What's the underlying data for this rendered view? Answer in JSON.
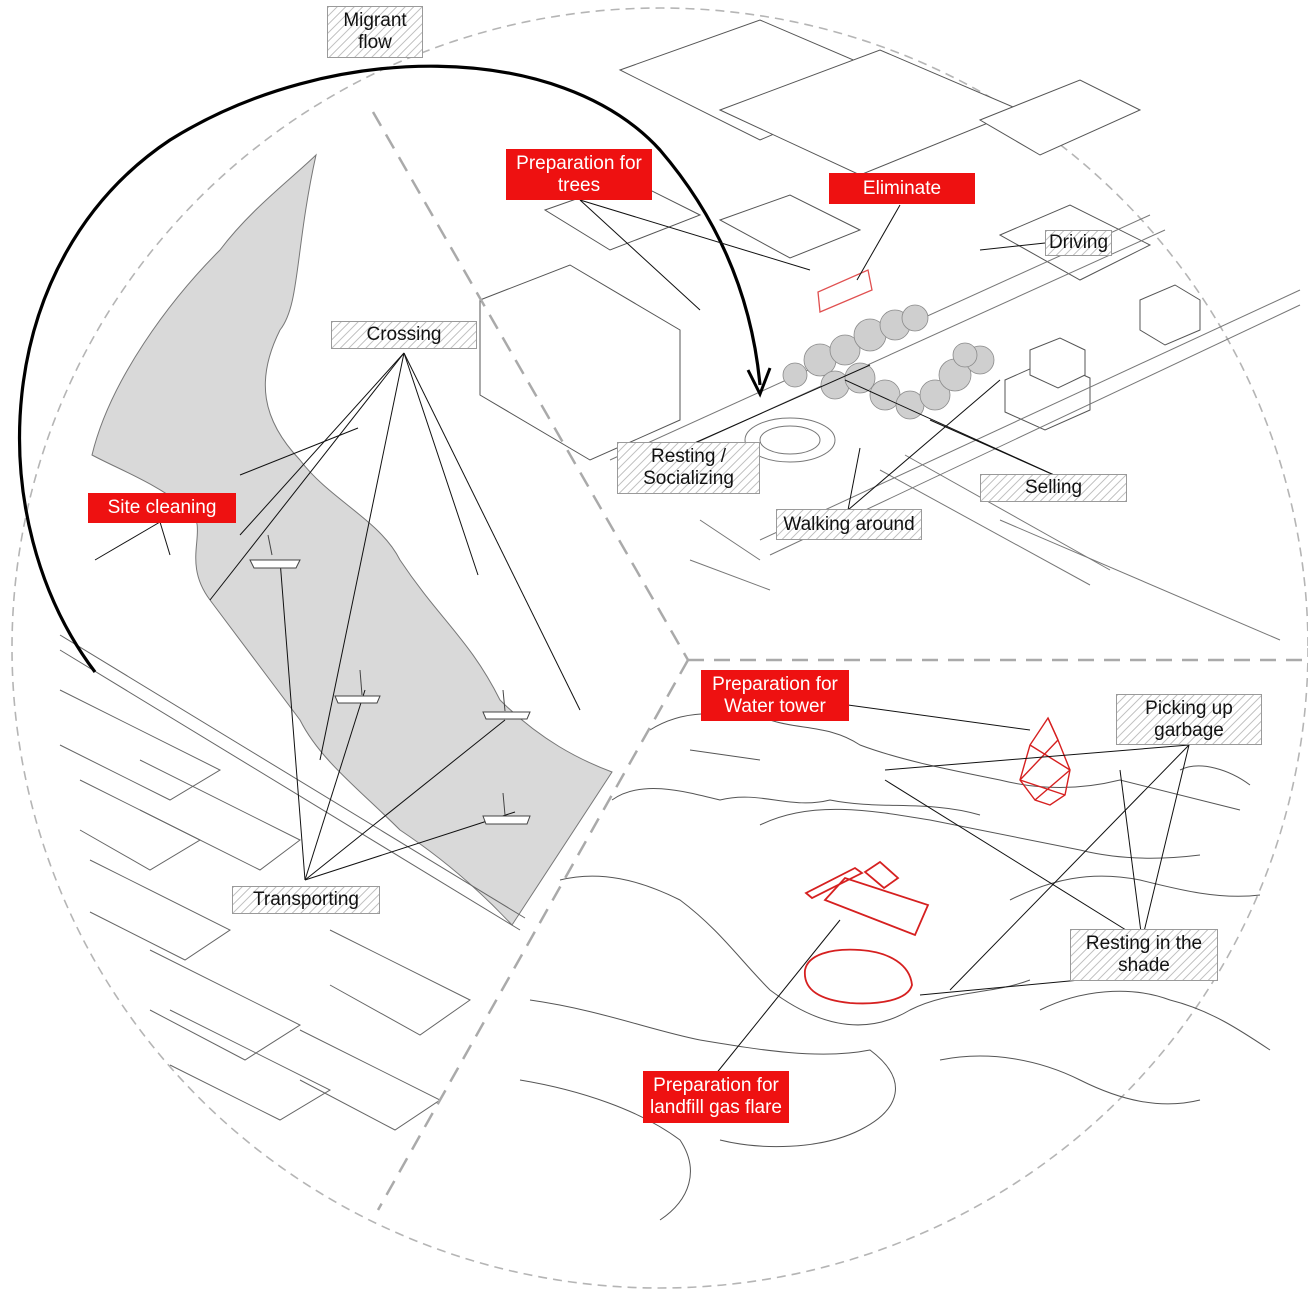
{
  "labels": {
    "migrant_flow": "Migrant\nflow",
    "preparation_trees": "Preparation for\ntrees",
    "eliminate": "Eliminate",
    "driving": "Driving",
    "crossing": "Crossing",
    "resting_socializing": "Resting /\nSocializing",
    "selling": "Selling",
    "walking_around": "Walking around",
    "site_cleaning": "Site cleaning",
    "transporting": "Transporting",
    "preparation_water_tower": "Preparation for\nWater tower",
    "picking_up_garbage": "Picking up\ngarbage",
    "resting_shade": "Resting in the\nshade",
    "preparation_gas_flare": "Preparation for\nlandfill gas flare"
  },
  "colors": {
    "intervention": "#ee1111",
    "river": "#d9d9d9",
    "linework": "#555555",
    "divider": "#aaaaaa"
  }
}
